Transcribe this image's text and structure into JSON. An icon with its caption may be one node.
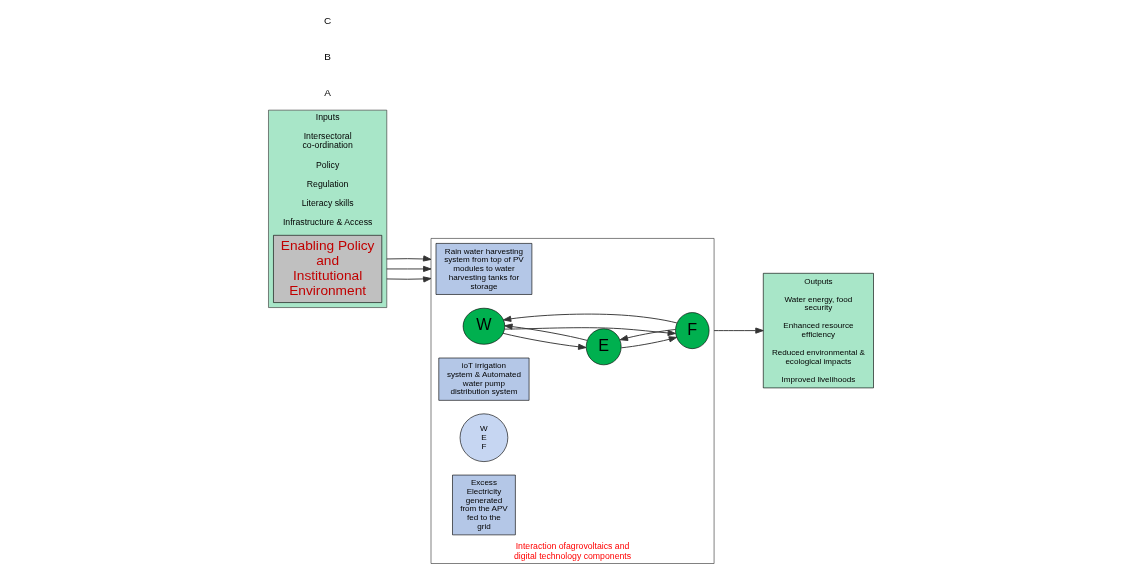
{
  "diagram": {
    "nodes": [
      {
        "text": [
          "Inputs",
          "Intersectoral co-ordination",
          "Policy",
          "Regulation",
          "Literacy skills",
          "Infrastructure & Access"
        ]
      },
      {
        "text": [
          "Enabling Policy and Institutional Environment"
        ],
        "in": 0
      },
      {
        "text": [
          "Interaction ofagrovoltaics and digital technology components"
        ]
      },
      {
        "text": [
          "Rain water harvesting system from top of PV modules to water harvesting tanks for storage"
        ],
        "in": 2
      },
      {
        "text": [
          "W"
        ],
        "in": 2
      },
      {
        "text": [
          "ioT irrigation system & Automated water pump distribution system"
        ],
        "in": 2
      },
      {
        "text": [
          "W",
          "E",
          "F"
        ],
        "in": 2
      },
      {
        "text": [
          "Excess Electricity generated from the APV fed to the grid"
        ],
        "in": 2
      },
      {
        "text": [
          "E"
        ],
        "in": 2
      },
      {
        "text": [
          "F"
        ],
        "in": 2
      },
      {
        "text": [
          "Outputs",
          "Water energy, food security",
          "Enhanced resource efficiency",
          "Reduced environmental & ecological impacts",
          "Improved livelihoods"
        ]
      }
    ],
    "edges": [
      {
        "from": 0,
        "to": 2,
        "arrow": "to"
      },
      {
        "from": 0,
        "to": 2,
        "arrow": "to"
      },
      {
        "from": 0,
        "to": 2,
        "arrow": "to"
      },
      {
        "from": 8,
        "to": 4,
        "arrow": "to"
      },
      {
        "from": 4,
        "to": 8,
        "arrow": "to"
      },
      {
        "from": 4,
        "to": 9,
        "arrow": "to"
      },
      {
        "from": 9,
        "to": 4,
        "arrow": "to"
      },
      {
        "from": 9,
        "to": 8,
        "arrow": "to"
      },
      {
        "from": 8,
        "to": 9,
        "arrow": "to"
      },
      {
        "from": 2,
        "to": 10,
        "arrow": "to"
      }
    ],
    "labels": [
      "A",
      "B",
      "C"
    ]
  }
}
